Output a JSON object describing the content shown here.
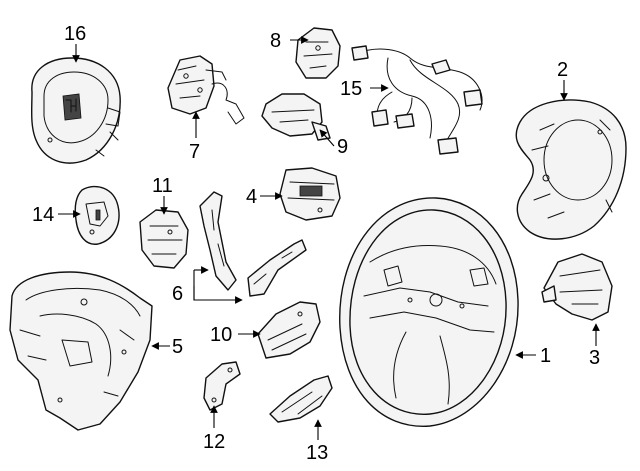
{
  "diagram": {
    "colors": {
      "line": "#111111",
      "fill": "#f4f4f4",
      "background": "#ffffff"
    },
    "labels": [
      {
        "id": "l1",
        "text": "1"
      },
      {
        "id": "l2",
        "text": "2"
      },
      {
        "id": "l3",
        "text": "3"
      },
      {
        "id": "l4",
        "text": "4"
      },
      {
        "id": "l5",
        "text": "5"
      },
      {
        "id": "l6",
        "text": "6"
      },
      {
        "id": "l7",
        "text": "7"
      },
      {
        "id": "l8",
        "text": "8"
      },
      {
        "id": "l9",
        "text": "9"
      },
      {
        "id": "l10",
        "text": "10"
      },
      {
        "id": "l11",
        "text": "11"
      },
      {
        "id": "l12",
        "text": "12"
      },
      {
        "id": "l13",
        "text": "13"
      },
      {
        "id": "l14",
        "text": "14"
      },
      {
        "id": "l15",
        "text": "15"
      },
      {
        "id": "l16",
        "text": "16"
      }
    ]
  }
}
